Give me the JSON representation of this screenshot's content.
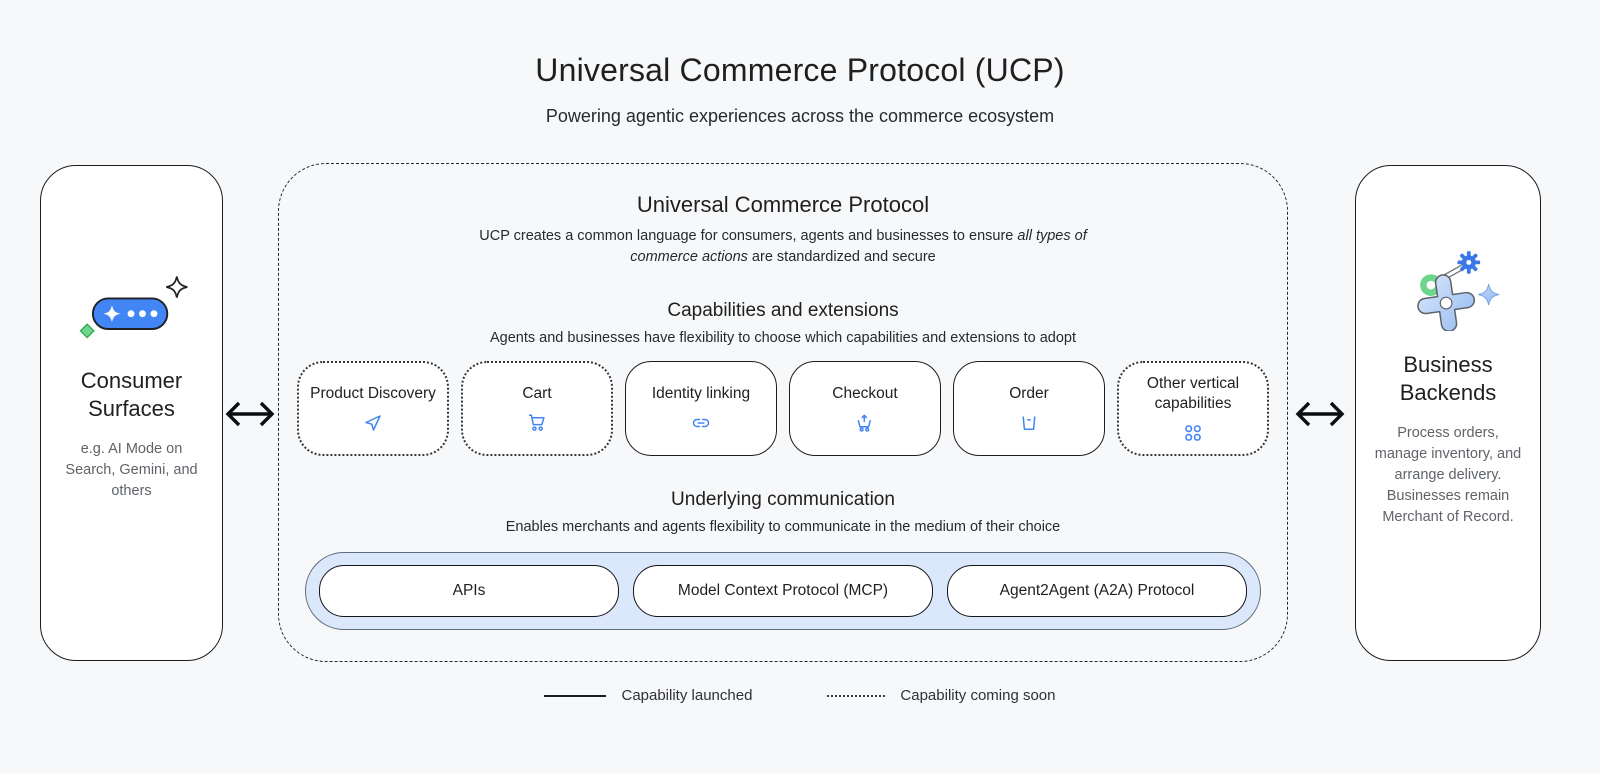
{
  "header": {
    "title": "Universal Commerce Protocol (UCP)",
    "subtitle": "Powering agentic experiences across the commerce ecosystem"
  },
  "consumer": {
    "title": "Consumer Surfaces",
    "description": "e.g. AI Mode on Search, Gemini, and others",
    "icon": "sparkle-pill-icon"
  },
  "business": {
    "title": "Business Backends",
    "description": "Process orders, manage inventory, and arrange delivery. Businesses remain Merchant of Record.",
    "icon": "gears-icon"
  },
  "ucp": {
    "title": "Universal Commerce Protocol",
    "description_part1": "UCP creates a common language for consumers, agents and businesses to ensure ",
    "description_italic": "all types of commerce actions",
    "description_part2": " are standardized and secure",
    "capabilities": {
      "title": "Capabilities and extensions",
      "subtitle": "Agents and businesses have flexibility to choose which capabilities and extensions to adopt",
      "items": [
        {
          "label": "Product Discovery",
          "icon": "send-icon",
          "status": "coming_soon"
        },
        {
          "label": "Cart",
          "icon": "cart-icon",
          "status": "coming_soon"
        },
        {
          "label": "Identity linking",
          "icon": "link-icon",
          "status": "launched"
        },
        {
          "label": "Checkout",
          "icon": "cart-checkout-icon",
          "status": "launched"
        },
        {
          "label": "Order",
          "icon": "order-box-icon",
          "status": "launched"
        },
        {
          "label": "Other vertical capabilities",
          "icon": "grid-icon",
          "status": "coming_soon"
        }
      ]
    },
    "communication": {
      "title": "Underlying communication",
      "subtitle": "Enables merchants and agents flexibility to communicate in the medium of their choice",
      "items": [
        {
          "label": "APIs"
        },
        {
          "label": "Model Context Protocol (MCP)"
        },
        {
          "label": "Agent2Agent (A2A) Protocol"
        }
      ]
    }
  },
  "legend": {
    "launched": "Capability launched",
    "coming_soon": "Capability coming soon"
  },
  "colors": {
    "accent_blue": "#4285f4",
    "band_blue": "#dbe7fb",
    "green": "#5bb974",
    "light_blue": "#aecbfa",
    "text_dark": "#1f1f1f",
    "text_gray": "#5f6368",
    "background": "#f7f8fa"
  }
}
